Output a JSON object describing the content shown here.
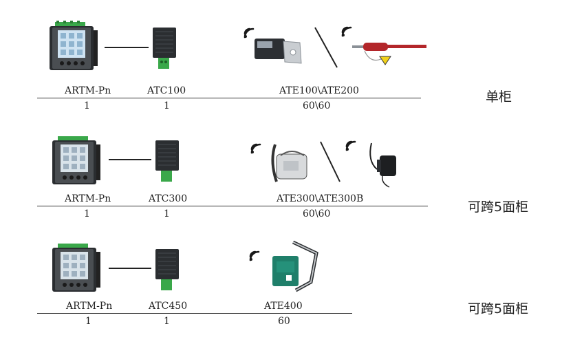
{
  "rows": [
    {
      "devices": [
        "ARTM-Pn",
        "ATC100",
        "ATE100\\ATE200"
      ],
      "counts": [
        "1",
        "1",
        "60\\60"
      ],
      "note": "单柜"
    },
    {
      "devices": [
        "ARTM-Pn",
        "ATC300",
        "ATE300\\ATE300B"
      ],
      "counts": [
        "1",
        "1",
        "60\\60"
      ],
      "note": "可跨5面柜"
    },
    {
      "devices": [
        "ARTM-Pn",
        "ATC450",
        "ATE400"
      ],
      "counts": [
        "1",
        "1",
        "60"
      ],
      "note": "可跨5面柜"
    }
  ],
  "icons": [
    "wifi-icon",
    "panel-meter-icon",
    "collector-module-icon",
    "temperature-sensor-icon"
  ],
  "colors": {
    "meter_green": "#3aa84a",
    "screen_blue": "#cfe3f2",
    "sensor_red": "#b3262a",
    "sensor_teal": "#1f7f6a"
  }
}
